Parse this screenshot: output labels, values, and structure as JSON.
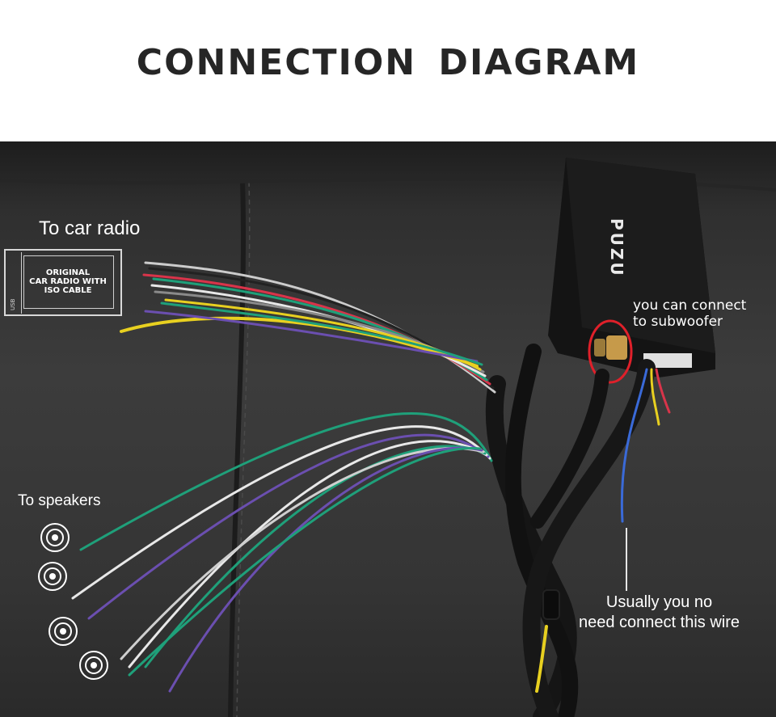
{
  "header": {
    "title": "CONNECTION  DIAGRAM"
  },
  "labels": {
    "to_car_radio": "To car radio",
    "to_speakers": "To speakers",
    "subwoofer_line1": "you can connect",
    "subwoofer_line2": "to subwoofer",
    "wire_line1": "Usually you no",
    "wire_line2": "need connect this wire"
  },
  "radio_box": {
    "line1": "ORIGINAL",
    "line2": "CAR RADIO WITH",
    "line3": "ISO CABLE",
    "port_label": "USB"
  },
  "amplifier": {
    "brand": "PUZU"
  },
  "colors": {
    "background": "#ffffff",
    "title": "#262626",
    "leather": "#3a3a3a",
    "highlight_circle": "#e0202a",
    "wire_green": "#1fa07a",
    "wire_white": "#e8e8e8",
    "wire_purple": "#6b4fb0",
    "wire_yellow": "#e8d020",
    "wire_red": "#d8344a",
    "wire_blue": "#3a6ad8"
  }
}
